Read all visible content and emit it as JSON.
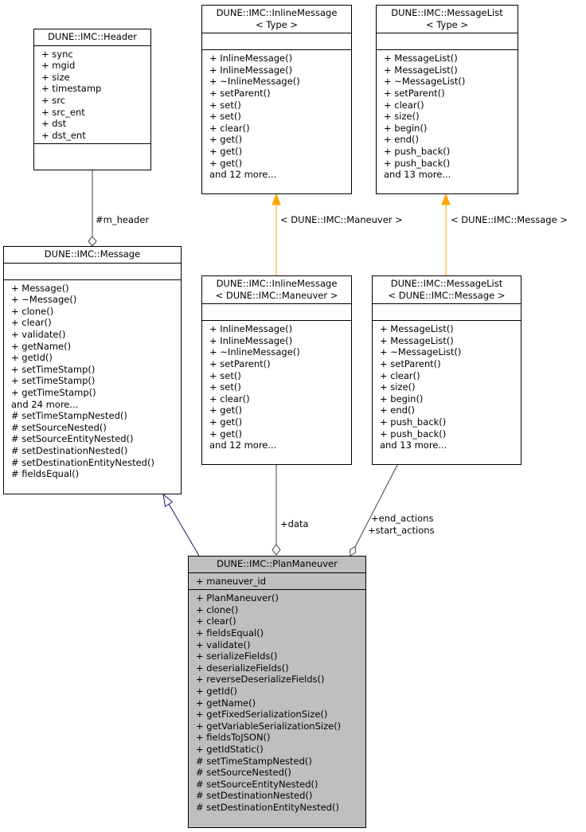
{
  "classes": {
    "header": {
      "title": [
        "DUNE::IMC::Header"
      ],
      "attributes": [
        "+ sync",
        "+ mgid",
        "+ size",
        "+ timestamp",
        "+ src",
        "+ src_ent",
        "+ dst",
        "+ dst_ent"
      ],
      "methods": []
    },
    "inline_type": {
      "title": [
        "DUNE::IMC::InlineMessage",
        "< Type >"
      ],
      "attributes": [],
      "methods": [
        "+ InlineMessage()",
        "+ InlineMessage()",
        "+ ~InlineMessage()",
        "+ setParent()",
        "+ set()",
        "+ set()",
        "+ clear()",
        "+ get()",
        "+ get()",
        "+ get()",
        "and 12 more..."
      ]
    },
    "list_type": {
      "title": [
        "DUNE::IMC::MessageList",
        "< Type >"
      ],
      "attributes": [],
      "methods": [
        "+ MessageList()",
        "+ MessageList()",
        "+ ~MessageList()",
        "+ setParent()",
        "+ clear()",
        "+ size()",
        "+ begin()",
        "+ end()",
        "+ push_back()",
        "+ push_back()",
        "and 13 more..."
      ]
    },
    "message": {
      "title": [
        "DUNE::IMC::Message"
      ],
      "attributes": [],
      "methods": [
        "+ Message()",
        "+ ~Message()",
        "+ clone()",
        "+ clear()",
        "+ validate()",
        "+ getName()",
        "+ getId()",
        "+ setTimeStamp()",
        "+ setTimeStamp()",
        "+ getTimeStamp()",
        "and 24 more...",
        "# setTimeStampNested()",
        "# setSourceNested()",
        "# setSourceEntityNested()",
        "# setDestinationNested()",
        "# setDestinationEntityNested()",
        "# fieldsEqual()"
      ]
    },
    "inline_maneuver": {
      "title": [
        "DUNE::IMC::InlineMessage",
        "< DUNE::IMC::Maneuver >"
      ],
      "attributes": [],
      "methods": [
        "+ InlineMessage()",
        "+ InlineMessage()",
        "+ ~InlineMessage()",
        "+ setParent()",
        "+ set()",
        "+ set()",
        "+ clear()",
        "+ get()",
        "+ get()",
        "+ get()",
        "and 12 more..."
      ]
    },
    "list_message": {
      "title": [
        "DUNE::IMC::MessageList",
        "< DUNE::IMC::Message >"
      ],
      "attributes": [],
      "methods": [
        "+ MessageList()",
        "+ MessageList()",
        "+ ~MessageList()",
        "+ setParent()",
        "+ clear()",
        "+ size()",
        "+ begin()",
        "+ end()",
        "+ push_back()",
        "+ push_back()",
        "and 13 more..."
      ]
    },
    "plan_maneuver": {
      "title": [
        "DUNE::IMC::PlanManeuver"
      ],
      "attributes": [
        "+ maneuver_id"
      ],
      "methods": [
        "+ PlanManeuver()",
        "+ clone()",
        "+ clear()",
        "+ fieldsEqual()",
        "+ validate()",
        "+ serializeFields()",
        "+ deserializeFields()",
        "+ reverseDeserializeFields()",
        "+ getId()",
        "+ getName()",
        "+ getFixedSerializationSize()",
        "+ getVariableSerializationSize()",
        "+ fieldsToJSON()",
        "+ getIdStatic()",
        "# setTimeStampNested()",
        "# setSourceNested()",
        "# setSourceEntityNested()",
        "# setDestinationNested()",
        "# setDestinationEntityNested()"
      ]
    }
  },
  "edges": {
    "m_header": "#m_header",
    "maneuver_binding": "< DUNE::IMC::Maneuver >",
    "message_binding": "< DUNE::IMC::Message >",
    "data": "+data",
    "end_actions": "+end_actions",
    "start_actions": "+start_actions"
  },
  "colors": {
    "inheritance": "#191970",
    "template": "#ffa500",
    "association": "#404040",
    "focus_fill": "#bfbfbf"
  }
}
